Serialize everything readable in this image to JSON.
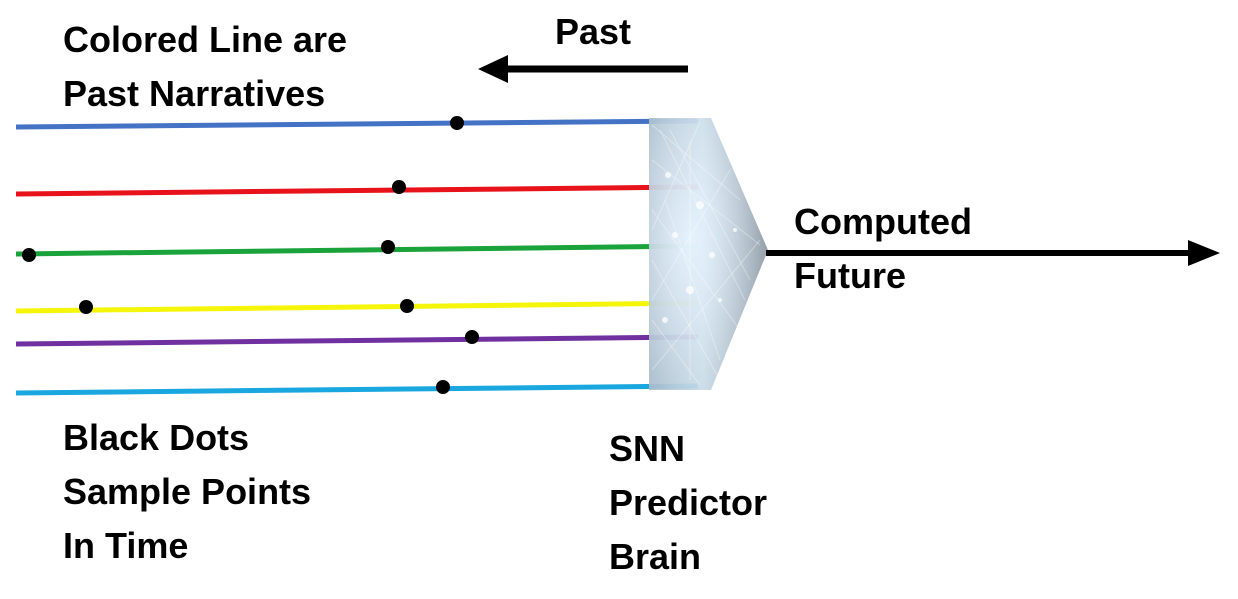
{
  "labels": {
    "past": "Past",
    "colored_lines_1": "Colored Line are",
    "colored_lines_2": "Past Narratives",
    "computed_1": "Computed",
    "computed_2": "Future",
    "dots_1": "Black Dots",
    "dots_2": "Sample Points",
    "dots_3": "In Time",
    "snn_1": "SNN",
    "snn_2": "Predictor",
    "snn_3": "Brain"
  },
  "colors": {
    "lines": [
      "#4472c4",
      "#e8121b",
      "#1aa33a",
      "#f5f50a",
      "#7030a0",
      "#1aa7e0"
    ],
    "dots": "#000000",
    "arrow": "#000000",
    "brain_fill": "#8c99a6"
  }
}
